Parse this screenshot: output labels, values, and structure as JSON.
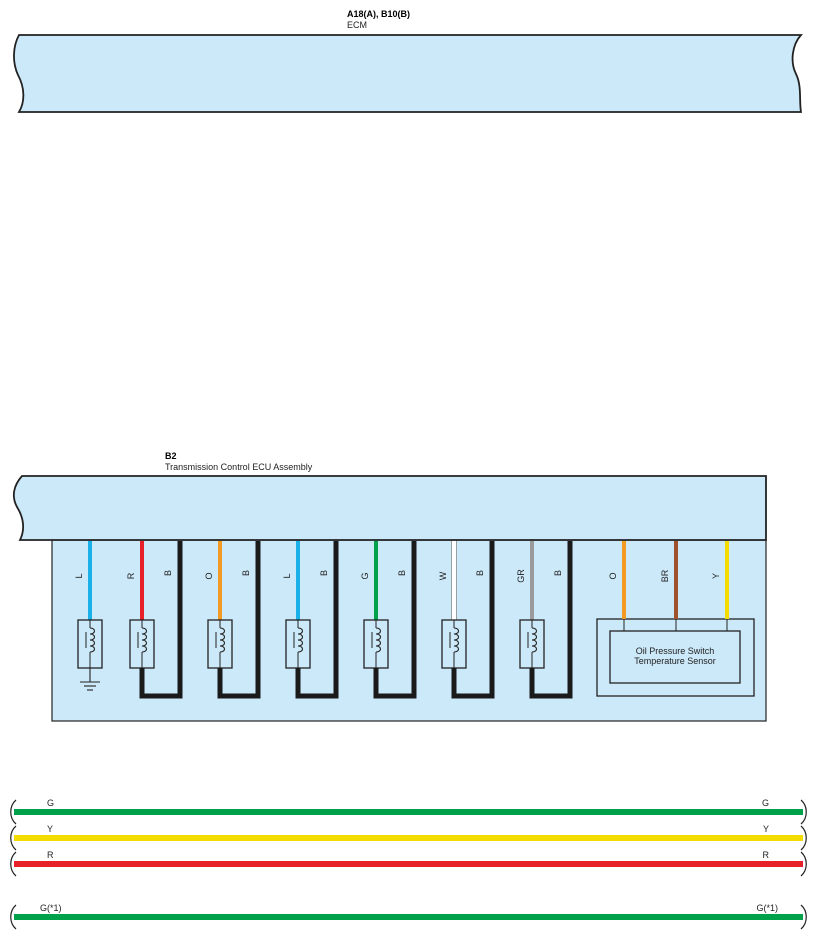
{
  "ecm": {
    "connector_code": "A18(A), B10(B)",
    "name": "ECM",
    "fill": "#cce9f9"
  },
  "tcu": {
    "connector_code": "B2",
    "name": "Transmission Control ECU Assembly",
    "fill": "#cce9f9",
    "solenoids": [
      {
        "wire": "L",
        "color": "#1ab0e8",
        "ground": "chassis-ground"
      },
      {
        "wire": "R",
        "color": "#e8202a",
        "return_wire": "B"
      },
      {
        "wire": "O",
        "color": "#f39a22",
        "return_wire": "B"
      },
      {
        "wire": "L",
        "color": "#1ab0e8",
        "return_wire": "B"
      },
      {
        "wire": "G",
        "color": "#00a14b",
        "return_wire": "B"
      },
      {
        "wire": "W",
        "color": "#ffffff",
        "return_wire": "B"
      },
      {
        "wire": "GR",
        "color": "#9a9a9a",
        "return_wire": "B"
      }
    ],
    "return_wire_color": "#1a1a1a",
    "sensor": {
      "line1": "Oil Pressure Switch",
      "line2": "Temperature Sensor",
      "wires": [
        {
          "label": "O",
          "color": "#f39a22"
        },
        {
          "label": "BR",
          "color": "#a0522d"
        },
        {
          "label": "Y",
          "color": "#f5dc00"
        }
      ]
    }
  },
  "bus_wires": [
    {
      "label_left": "G",
      "label_right": "G",
      "color": "#00a14b"
    },
    {
      "label_left": "Y",
      "label_right": "Y",
      "color": "#f5dc00"
    },
    {
      "label_left": "R",
      "label_right": "R",
      "color": "#e8202a"
    },
    {
      "label_left": "G(*1)",
      "label_right": "G(*1)",
      "color": "#00a14b"
    }
  ]
}
